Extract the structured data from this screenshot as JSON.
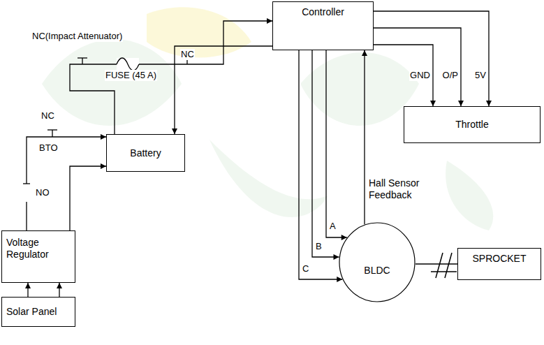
{
  "diagram": {
    "nodes": [
      {
        "text": [
          "Controller"
        ]
      },
      {
        "text": [
          "Throttle"
        ]
      },
      {
        "text": [
          "Battery"
        ]
      },
      {
        "text": [
          "Voltage Regulator"
        ]
      },
      {
        "text": [
          "Solar Panel"
        ]
      },
      {
        "text": [
          "BLDC"
        ]
      },
      {
        "text": [
          "SPROCKET"
        ]
      }
    ],
    "edges": [
      {
        "from": 4,
        "to": 3,
        "arrow": "to"
      },
      {
        "from": 4,
        "to": 3,
        "arrow": "to"
      },
      {
        "from": 3,
        "to": 2,
        "arrow": "to"
      },
      {
        "from": 3,
        "to": 2,
        "arrow": "to"
      },
      {
        "from": 2,
        "to": 0,
        "arrow": "to"
      },
      {
        "from": 0,
        "to": 2,
        "arrow": "to"
      },
      {
        "from": 0,
        "to": 1,
        "label": "GND",
        "arrow": "to"
      },
      {
        "from": 0,
        "to": 1,
        "label": "O/P",
        "arrow": "to"
      },
      {
        "from": 0,
        "to": 1,
        "label": "5V",
        "arrow": "to"
      },
      {
        "from": 0,
        "to": 5,
        "label": "A",
        "arrow": "to"
      },
      {
        "from": 0,
        "to": 5,
        "label": "B",
        "arrow": "to"
      },
      {
        "from": 0,
        "to": 5,
        "label": "C",
        "arrow": "to"
      },
      {
        "from": 5,
        "to": 0,
        "label": "Hall Sensor Feedback",
        "arrow": "to"
      },
      {
        "from": 5,
        "to": 6,
        "arrow": "none"
      }
    ],
    "labels": [
      "NC(Impact Attenuator)",
      "NC",
      "FUSE (45 A)",
      "NC",
      "BTO",
      "NO"
    ]
  }
}
